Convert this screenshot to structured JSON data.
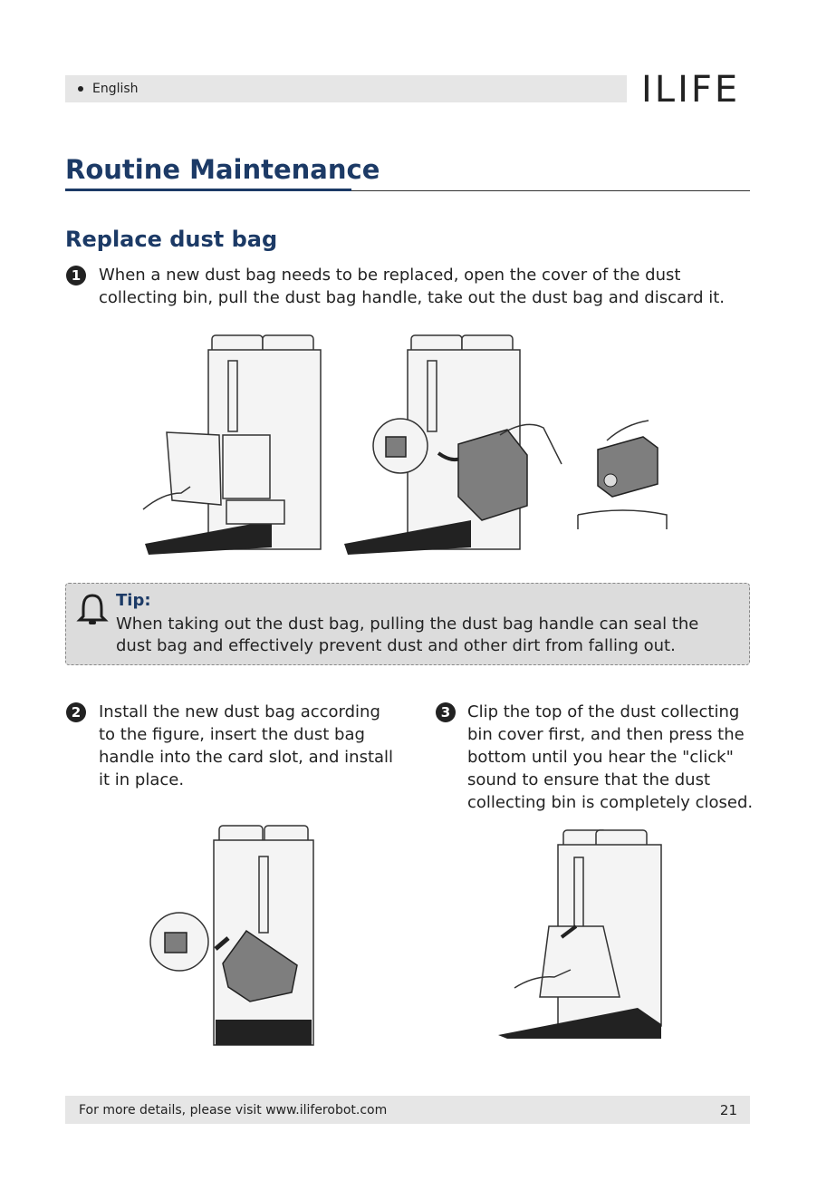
{
  "header": {
    "language": "English",
    "brand": "ILIFE"
  },
  "section": {
    "title": "Routine Maintenance",
    "subtitle": "Replace dust bag"
  },
  "steps": [
    {
      "number": "1",
      "text": "When a new dust bag needs to be replaced, open the cover of the dust\ncollecting bin, pull the dust bag handle, take out the dust bag and discard it."
    },
    {
      "number": "2",
      "text": "Install the new dust bag according\nto the figure, insert the dust bag\nhandle into the card slot, and install\nit in place."
    },
    {
      "number": "3",
      "text": "Clip the top of the dust collecting\nbin cover first, and then press the\nbottom until you hear the \"click\"\nsound to ensure that the dust\ncollecting bin is completely closed."
    }
  ],
  "tip": {
    "heading": "Tip:",
    "text": "When taking out the dust bag, pulling the dust bag handle can seal the\ndust bag and effectively prevent dust and other dirt from falling out."
  },
  "icons": {
    "tip": "bell-icon"
  },
  "footer": {
    "text": "For more details, please visit www.iliferobot.com",
    "page": "21"
  }
}
